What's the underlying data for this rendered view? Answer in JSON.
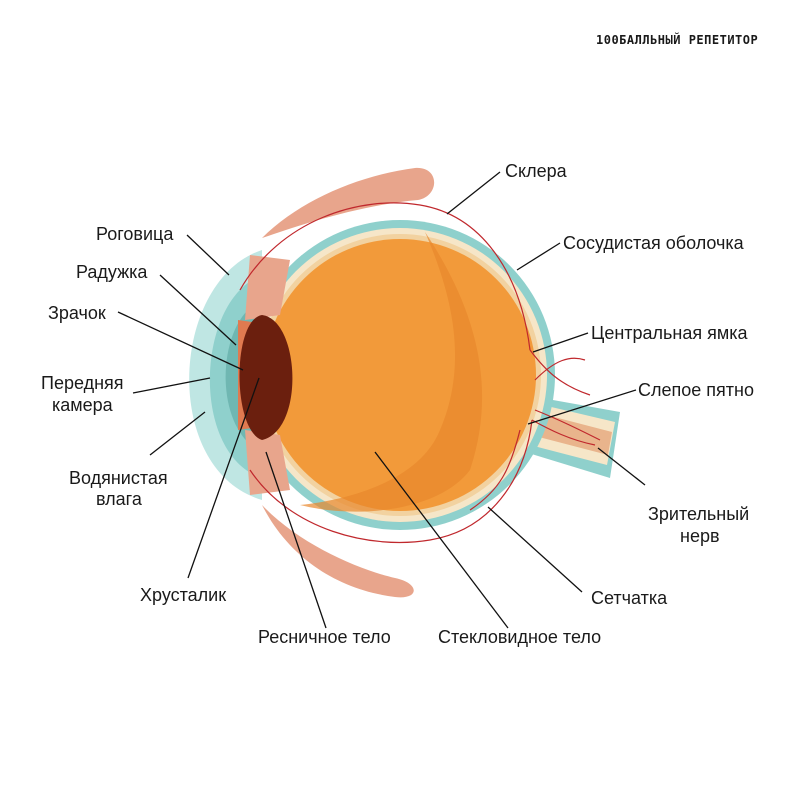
{
  "logo": "100БАЛЛЬНЫЙ РЕПЕТИТОР",
  "labels": {
    "sclera": "Склера",
    "choroid": "Сосудистая оболочка",
    "fovea": "Центральная ямка",
    "blind_spot": "Слепое пятно",
    "optic_nerve_1": "Зрительный",
    "optic_nerve_2": "нерв",
    "retina": "Сетчатка",
    "vitreous": "Стекловидное тело",
    "ciliary": "Ресничное тело",
    "lens": "Хрусталик",
    "aqueous_1": "Водянистая",
    "aqueous_2": "влага",
    "anterior_1": "Передняя",
    "anterior_2": "камера",
    "pupil": "Зрачок",
    "iris": "Радужка",
    "cornea": "Роговица"
  },
  "colors": {
    "sclera": "#8fd0cc",
    "choroid": "#f6e6c8",
    "vitreous": "#f29a3a",
    "vitreous_shade": "#e8872c",
    "lens": "#6b1f0e",
    "muscle": "#e8a58c",
    "vessel": "#c0282d"
  }
}
